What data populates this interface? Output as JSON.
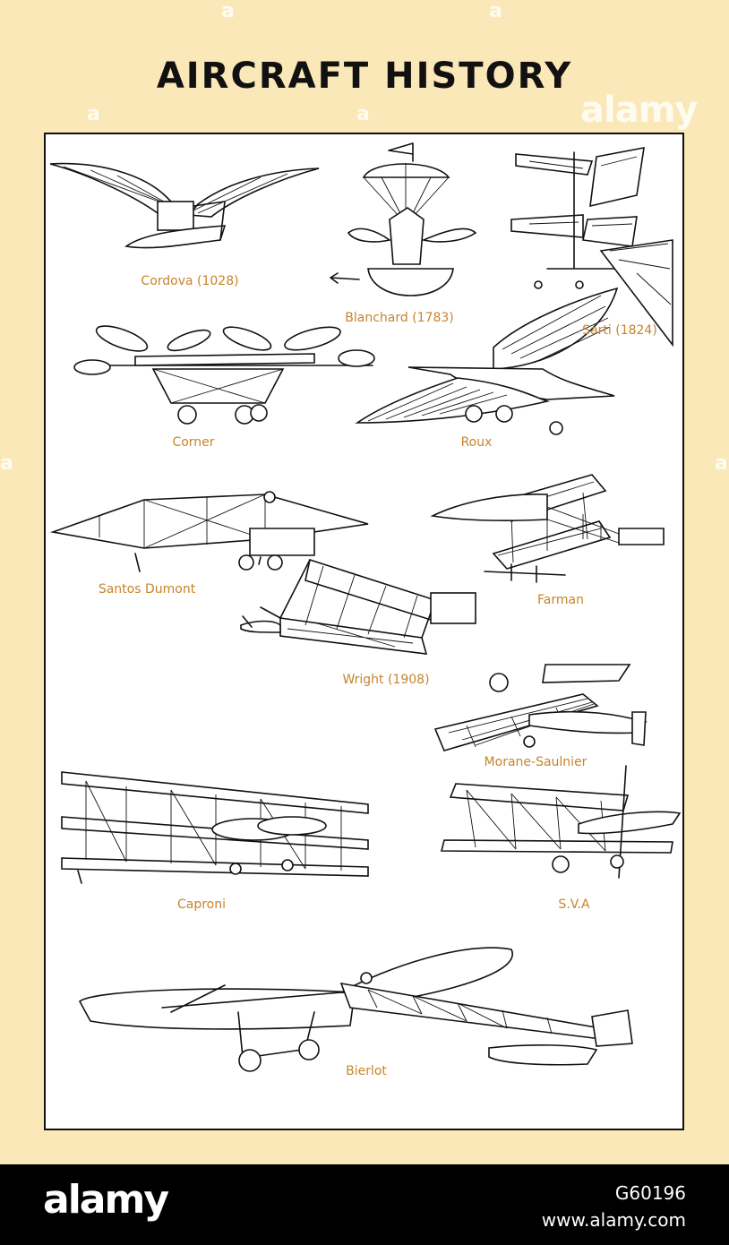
{
  "title": "AIRCRAFT HISTORY",
  "watermark": {
    "text": "alamy",
    "mark": "a"
  },
  "aircraft": [
    {
      "label": "Cordova (1028)",
      "icon": "ornithopter-icon"
    },
    {
      "label": "Blanchard (1783)",
      "icon": "balloon-ship-icon"
    },
    {
      "label": "Sarti (1824)",
      "icon": "rotor-craft-icon"
    },
    {
      "label": "Corner",
      "icon": "multi-rotor-icon"
    },
    {
      "label": "Roux",
      "icon": "bird-plane-icon"
    },
    {
      "label": "Santos Dumont",
      "icon": "box-kite-plane-icon"
    },
    {
      "label": "Farman",
      "icon": "biplane-icon"
    },
    {
      "label": "Wright (1908)",
      "icon": "wright-flyer-icon"
    },
    {
      "label": "Morane-Saulnier",
      "icon": "monoplane-icon"
    },
    {
      "label": "Caproni",
      "icon": "triplane-icon"
    },
    {
      "label": "S.V.A",
      "icon": "biplane-fighter-icon"
    },
    {
      "label": "Bierlot",
      "icon": "bleriot-monoplane-icon"
    }
  ],
  "footer": {
    "logo": "alamy",
    "image_id": "G60196",
    "url": "www.alamy.com"
  }
}
